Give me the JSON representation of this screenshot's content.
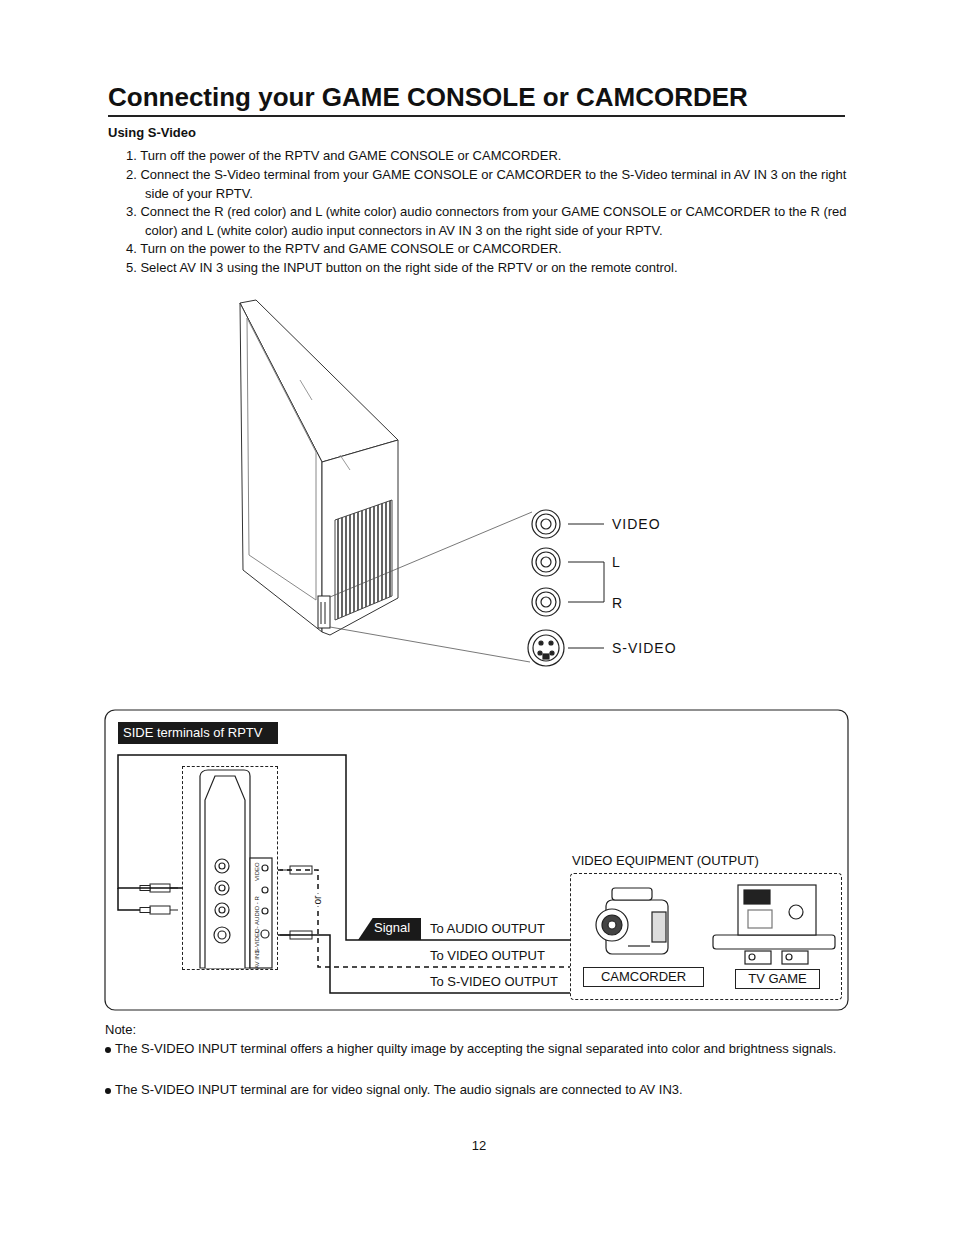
{
  "diagram": {
    "title": "Connecting your GAME CONSOLE or CAMCORDER",
    "nodes": [
      {
        "text": [
          "SIDE terminals of  RPTV"
        ]
      },
      {
        "text": [
          "VIDEO",
          "L - AUDIO - R",
          "S-VIDEO",
          "AV IN3"
        ]
      },
      {
        "text": [
          "Signal"
        ]
      },
      {
        "text": [
          "VIDEO EQUIPMENT (OUTPUT)"
        ]
      },
      {
        "text": [
          "CAMCORDER"
        ],
        "in": 3
      },
      {
        "text": [
          "TV GAME"
        ],
        "in": 3
      }
    ],
    "edges": [
      {
        "from": 1,
        "to": 3,
        "arrow": "none",
        "label": "To AUDIO OUTPUT"
      },
      {
        "from": 1,
        "to": 3,
        "arrow": "none",
        "label": "To VIDEO OUTPUT"
      },
      {
        "from": 1,
        "to": 3,
        "arrow": "none",
        "label": "To S-VIDEO OUTPUT"
      }
    ],
    "labels": [
      "Using S-Video",
      "1. Turn off the power of the RPTV and GAME CONSOLE or CAMCORDER.",
      "2. Connect the S-Video terminal from your GAME CONSOLE or CAMCORDER to the S-Video terminal in AV IN 3 on the right side of your RPTV.",
      "3. Connect the R (red color) and L (white color) audio connectors from your GAME CONSOLE or CAMCORDER to the R (red color) and L (white color) audio input connectors in AV IN 3 on the right side of your RPTV.",
      "4. Turn on the power to the RPTV and GAME CONSOLE or CAMCORDER.",
      "5. Select AV IN 3 using the INPUT button on the right side of the RPTV or on the remote control.",
      "VIDEO",
      "L",
      "R",
      "S-VIDEO",
      "or",
      "Note:",
      "The S-VIDEO INPUT terminal offers a higher quilty image by accepting the signal separated into color and brightness signals.",
      "The S-VIDEO INPUT terminal are for video signal only. The audio signals are connected to AV IN3.",
      "12"
    ]
  }
}
